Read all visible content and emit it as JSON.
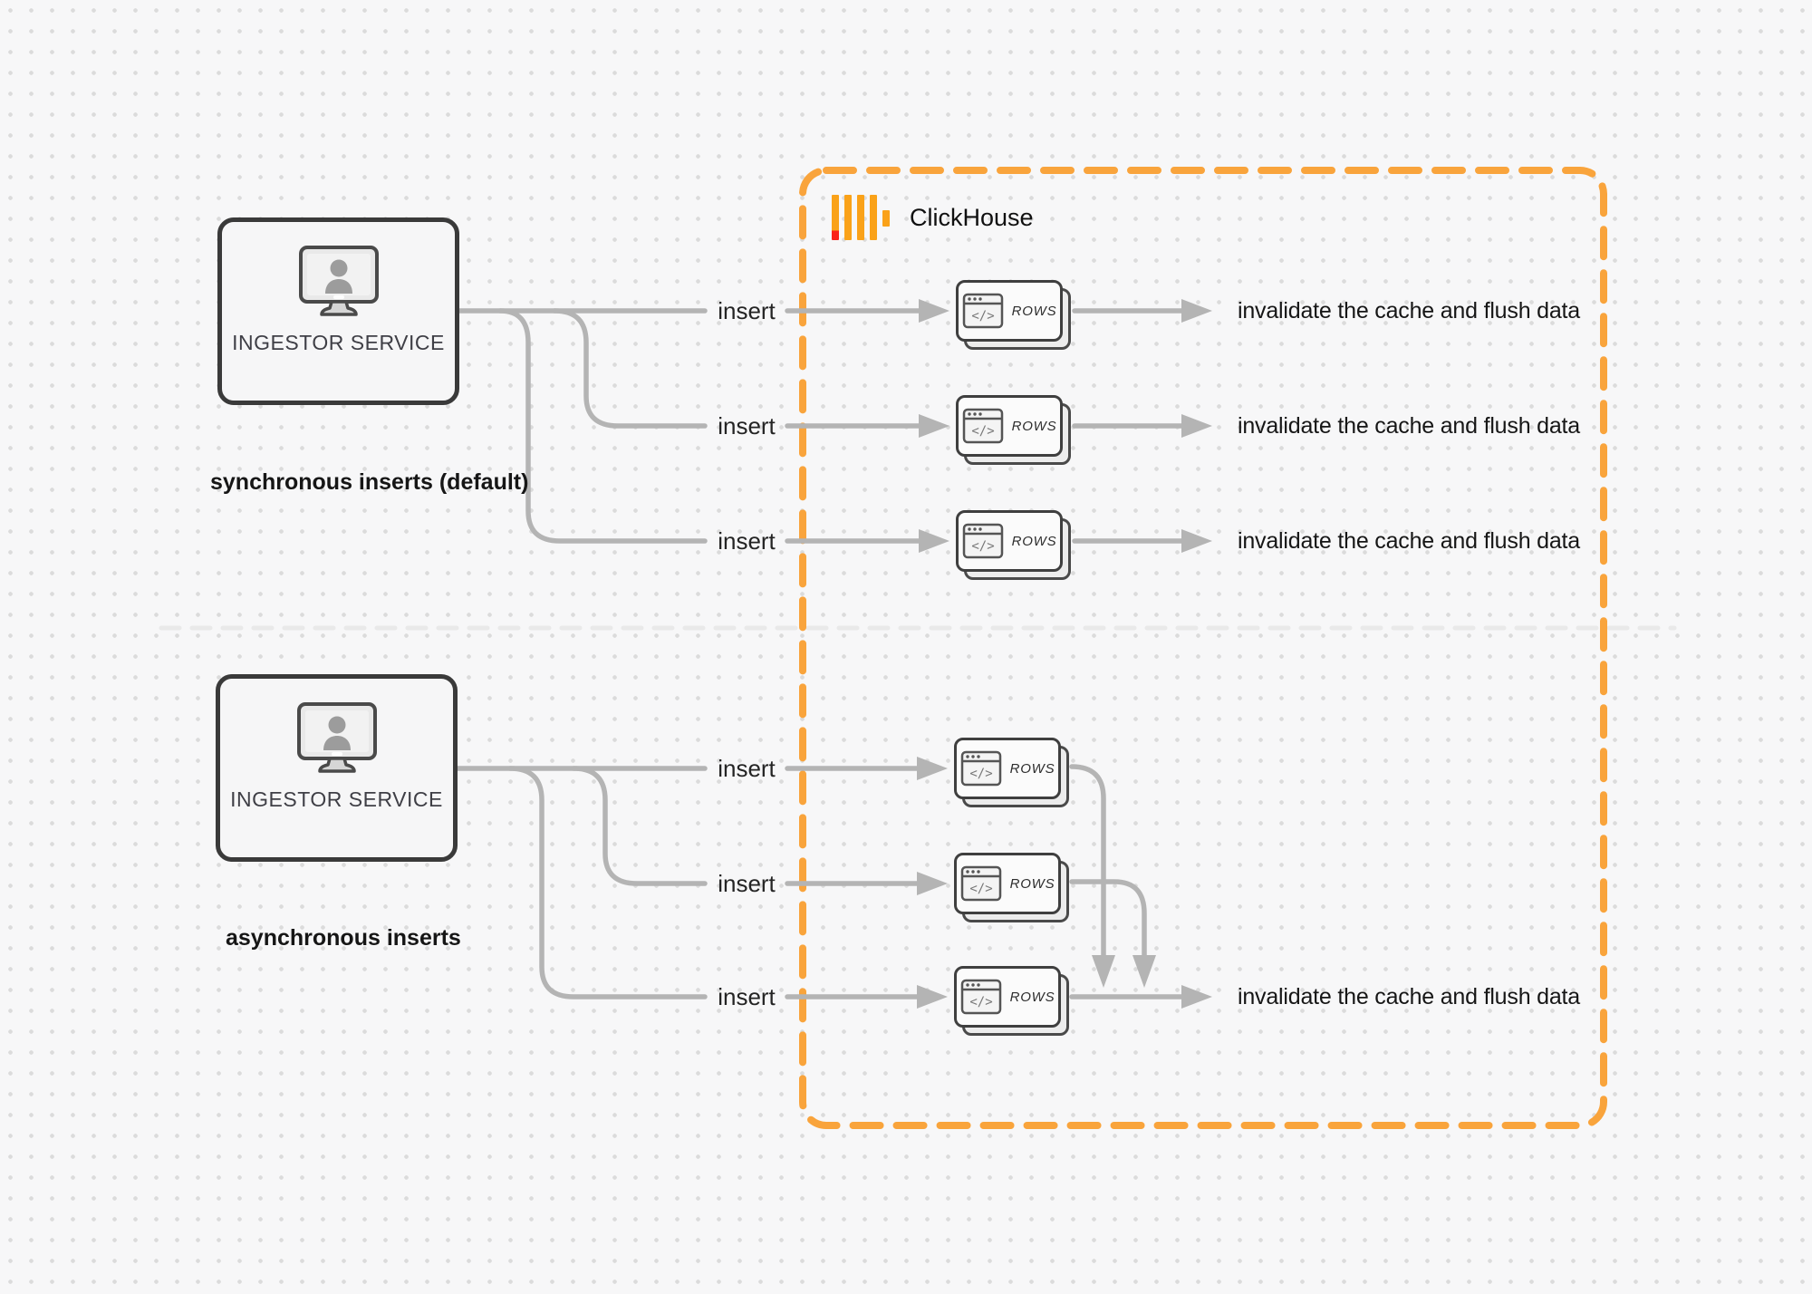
{
  "colors": {
    "background": "#F7F7F8",
    "dot_grid": "#DBDBDB",
    "wire_gray": "#B4B4B4",
    "box_border": "#3A3A3A",
    "clickhouse_border_orange": "#F9A43C",
    "logo_amber": "#FAA219",
    "logo_red": "#FA2318"
  },
  "clickhouse_box": {
    "title": "ClickHouse"
  },
  "sync": {
    "ingestor_label": "INGESTOR SERVICE",
    "caption": "synchronous inserts (default)",
    "rows": [
      {
        "insert": "insert",
        "card": "ROWS",
        "result": "invalidate the cache and flush data"
      },
      {
        "insert": "insert",
        "card": "ROWS",
        "result": "invalidate the cache and flush data"
      },
      {
        "insert": "insert",
        "card": "ROWS",
        "result": "invalidate the cache and flush data"
      }
    ]
  },
  "async": {
    "ingestor_label": "INGESTOR SERVICE",
    "caption": "asynchronous inserts",
    "rows": [
      {
        "insert": "insert",
        "card": "ROWS"
      },
      {
        "insert": "insert",
        "card": "ROWS"
      },
      {
        "insert": "insert",
        "card": "ROWS"
      }
    ],
    "result": "invalidate the cache and flush data"
  },
  "icons": {
    "code_glyph": "</>"
  }
}
